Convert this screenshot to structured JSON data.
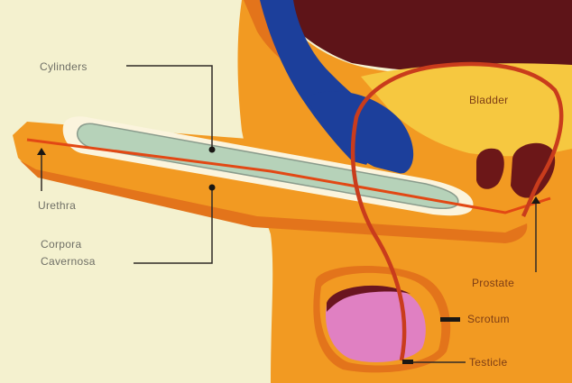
{
  "labels": {
    "cylinders": "Cylinders",
    "urethra": "Urethra",
    "corpora_line1": "Corpora",
    "corpora_line2": "Cavernosa",
    "bladder": "Bladder",
    "prostate": "Prostate",
    "scrotum": "Scrotum",
    "testicle": "Testicle"
  },
  "colors": {
    "background": "#f4f1cf",
    "body_orange": "#f29a22",
    "body_dark_orange": "#e3741b",
    "bladder_yellow": "#f6c840",
    "rectum_blue": "#1c3f9b",
    "dark_maroon": "#5e1418",
    "cylinder_fill": "#b6d2b9",
    "testicle_pink": "#e080c2",
    "label_grey": "#6f6f66",
    "label_brown": "#7d3d15"
  }
}
